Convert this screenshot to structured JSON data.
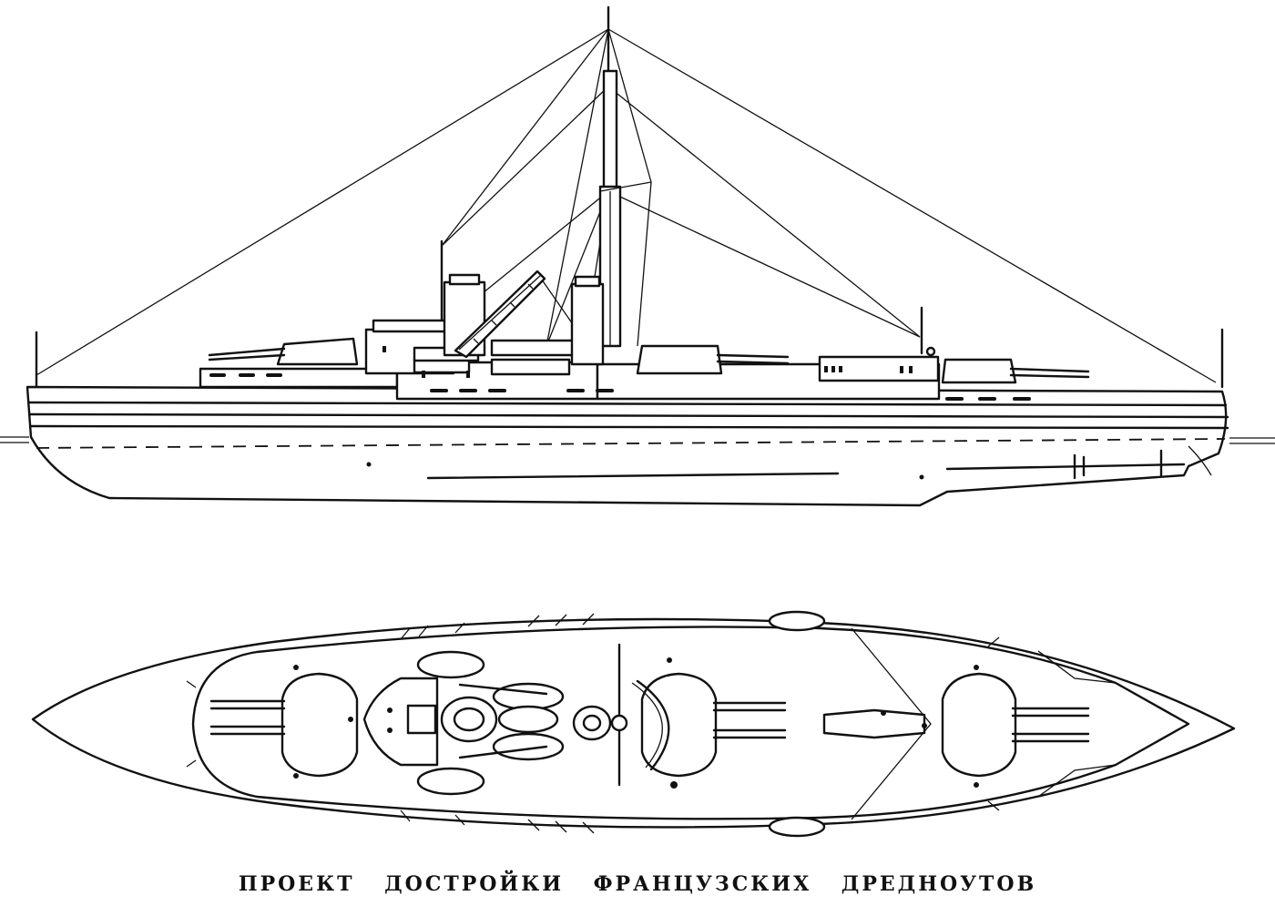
{
  "caption": "ПРОЕКТ ДОСТРОЙКИ ФРАНЦУЗСКИХ ДРЕДНОУТОВ",
  "views": [
    "side-elevation",
    "deck-plan"
  ],
  "colors": {
    "ink": "#111111",
    "paper": "#ffffff"
  }
}
